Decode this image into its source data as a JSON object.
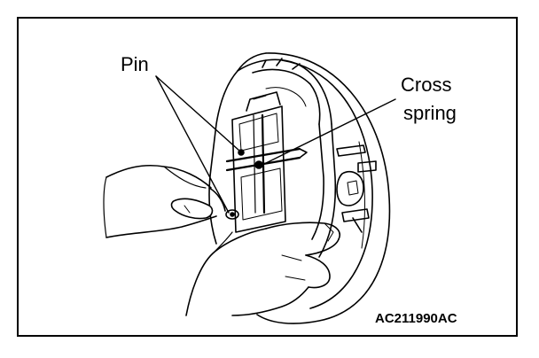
{
  "labels": {
    "pin": "Pin",
    "cross_spring_line1": "Cross",
    "cross_spring_line2": "spring"
  },
  "figure_code": "AC211990AC",
  "colors": {
    "ink": "#000000",
    "paper": "#ffffff"
  }
}
